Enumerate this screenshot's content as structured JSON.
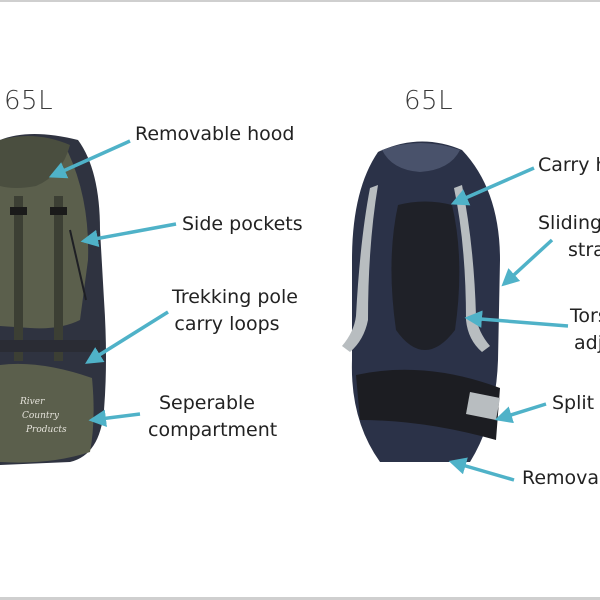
{
  "colors": {
    "arrow": "#4fb2c8",
    "green_pack": "#5b5f4c",
    "navy_pack": "#2b3248",
    "grey_strap": "#b8bdc0"
  },
  "left_pack": {
    "capacity": "65L",
    "labels": {
      "hood": "Removable hood",
      "side": "Side pockets",
      "trekking_1": "Trekking pole",
      "trekking_2": "carry loops",
      "separable_1": "Seperable",
      "separable_2": "compartment"
    },
    "logo_text": [
      "River",
      "Country",
      "Products"
    ]
  },
  "right_pack": {
    "capacity": "65L",
    "labels": {
      "carry": "Carry ha",
      "sliding_1": "Sliding c",
      "sliding_2": "stra",
      "torso_1": "Tors",
      "torso_2": "adj",
      "split": "Split v",
      "removable": "Removab"
    }
  }
}
